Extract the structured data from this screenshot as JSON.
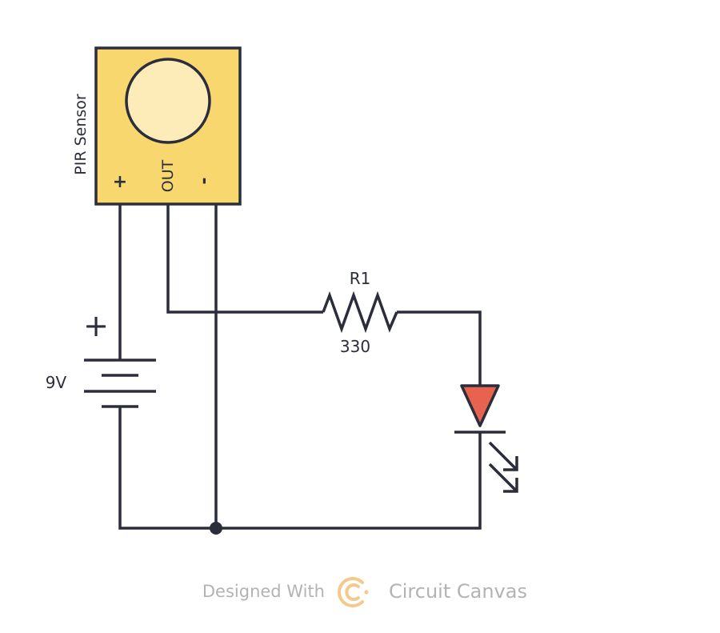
{
  "sensor": {
    "name": "PIR Sensor",
    "pin_plus": "+",
    "pin_out": "OUT",
    "pin_minus": "-"
  },
  "battery": {
    "polarity": "+",
    "voltage": "9V"
  },
  "resistor": {
    "name": "R1",
    "value": "330"
  },
  "led": {},
  "footer": {
    "prefix": "Designed With",
    "brand": "Circuit Canvas"
  },
  "colors": {
    "wire": "#2b2d3b",
    "sensor_body": "#f9d76f",
    "sensor_lens": "#fdebb8",
    "led_fill": "#e8634f",
    "logo": "#f5c98a",
    "footer_text": "#b3b3b3"
  }
}
